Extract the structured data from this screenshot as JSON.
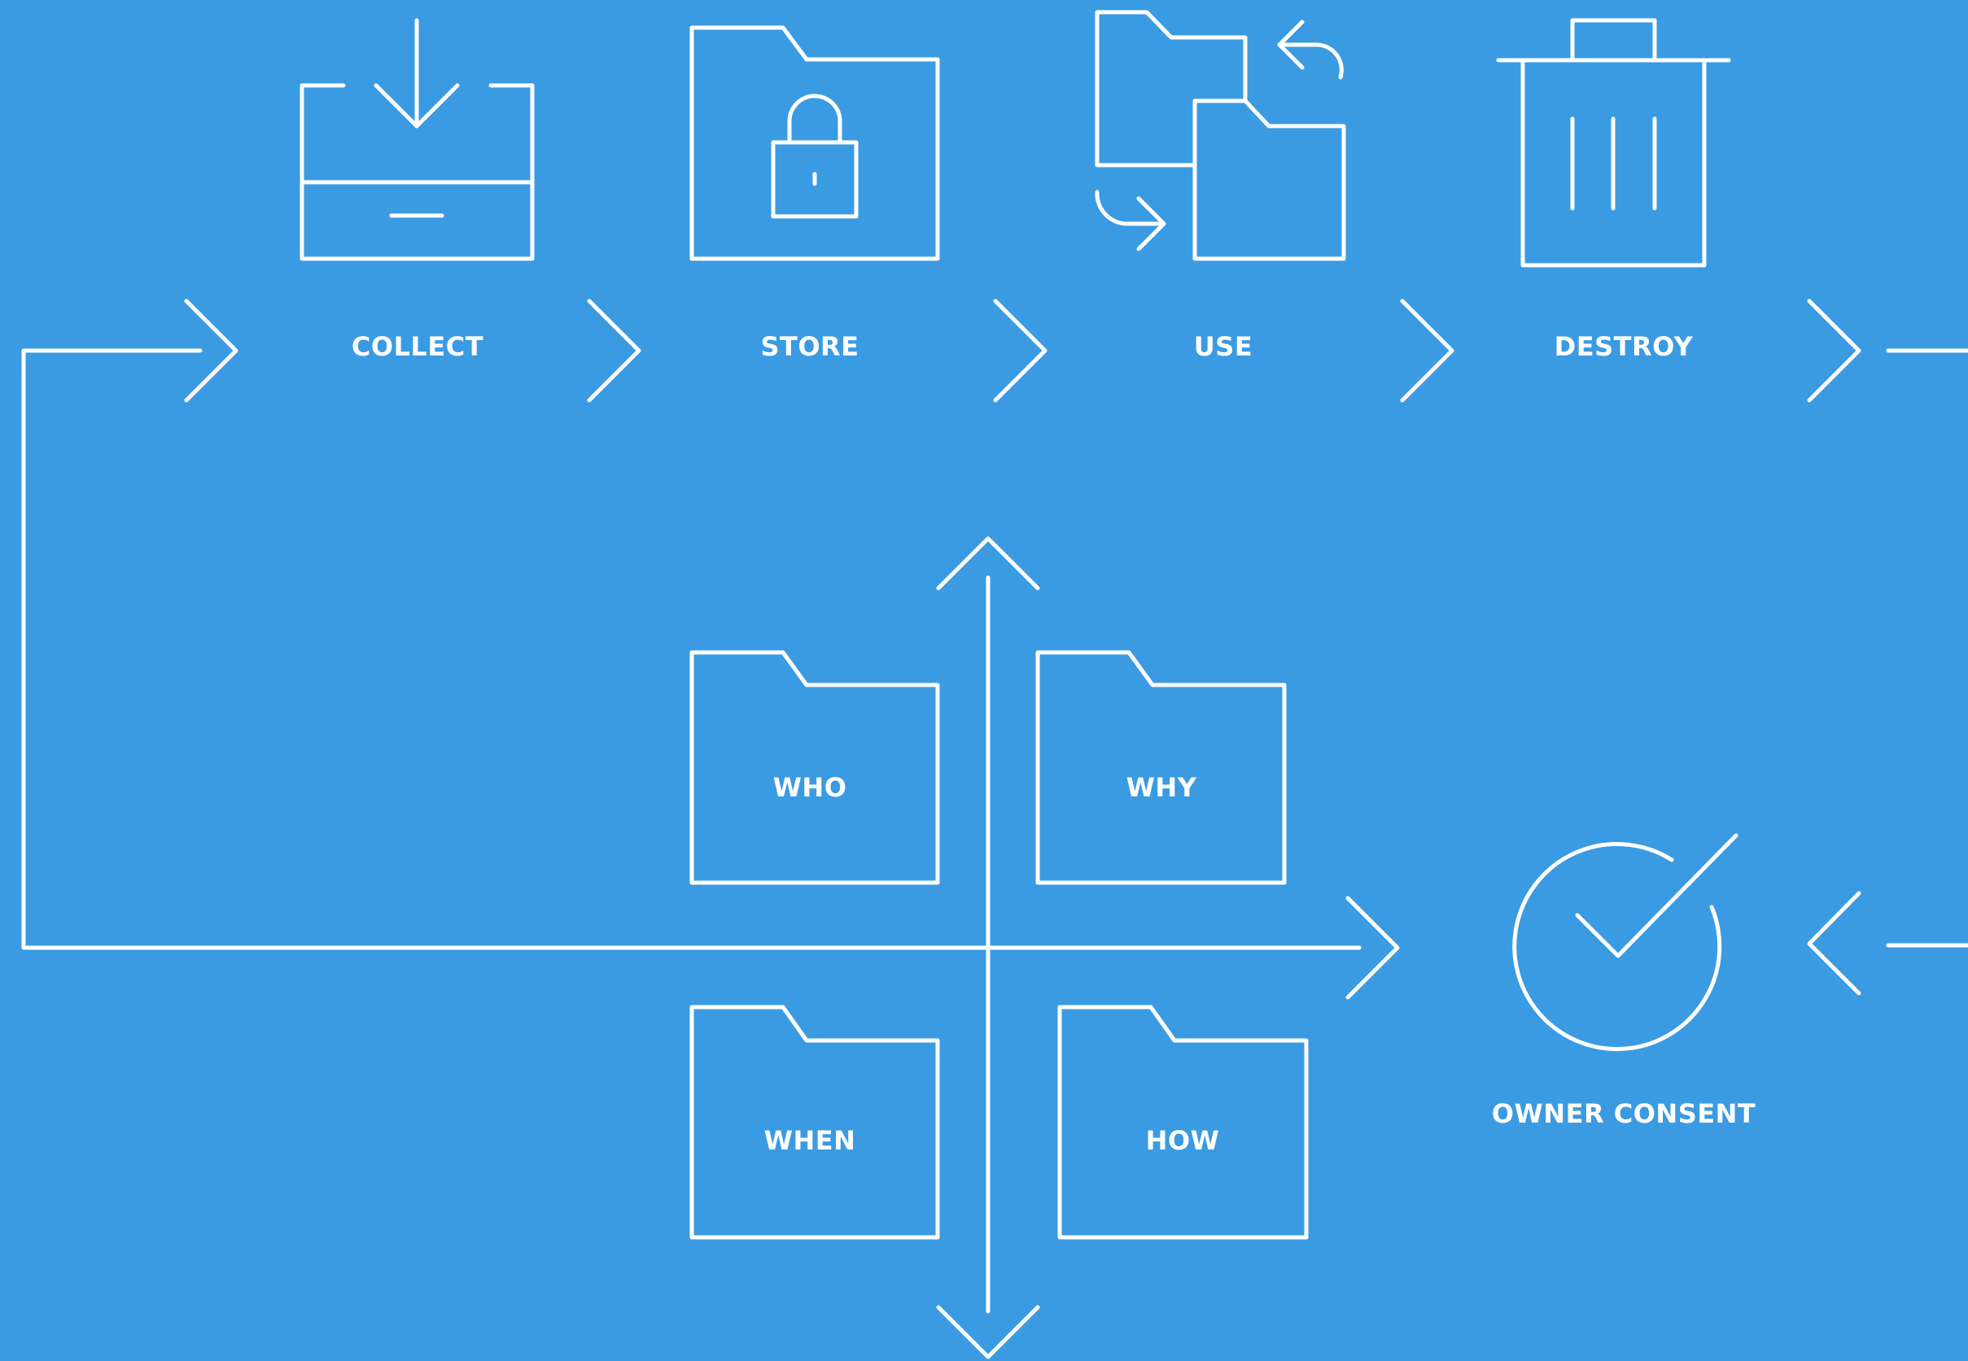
{
  "colors": {
    "background": "#3b9be2",
    "stroke": "#ffffff",
    "text": "#ffffff"
  },
  "lifecycle": {
    "steps": [
      {
        "label": "COLLECT",
        "icon": "inbox-download-icon"
      },
      {
        "label": "STORE",
        "icon": "locked-folder-icon"
      },
      {
        "label": "USE",
        "icon": "folder-exchange-icon"
      },
      {
        "label": "DESTROY",
        "icon": "trash-icon"
      }
    ]
  },
  "questions": {
    "who": "WHO",
    "why": "WHY",
    "when": "WHEN",
    "how": "HOW"
  },
  "consent": {
    "label": "OWNER CONSENT",
    "icon": "check-circle-icon"
  }
}
